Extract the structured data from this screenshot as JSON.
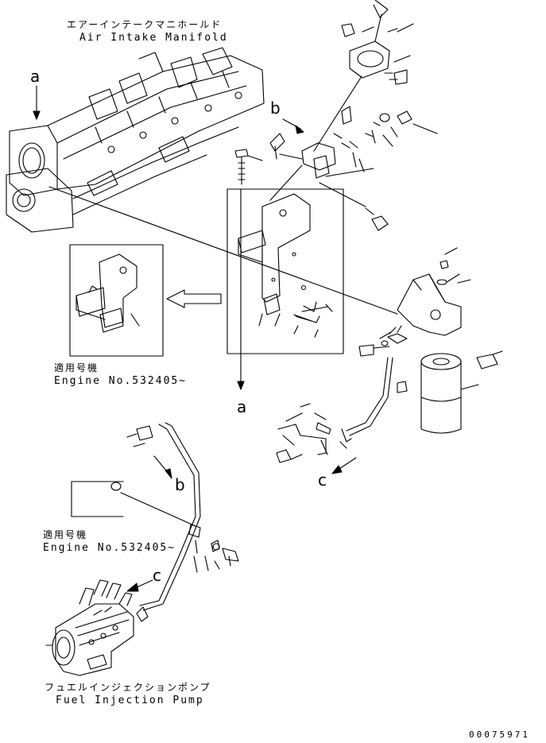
{
  "labels": {
    "manifold_jp": "エアーインテークマニホールド",
    "manifold_en": "Air Intake Manifold",
    "serial1_jp": "適用号機",
    "serial1_en": "Engine No.532405~",
    "serial2_jp": "適用号機",
    "serial2_en": "Engine No.532405~",
    "pump_jp": "フュエルインジェクションポンプ",
    "pump_en": "Fuel Injection Pump",
    "doc_number": "00075971"
  },
  "callouts": {
    "a_top": "a",
    "a_bottom": "a",
    "b_upper": "b",
    "b_lower": "b",
    "c_right": "c",
    "c_left": "c"
  }
}
